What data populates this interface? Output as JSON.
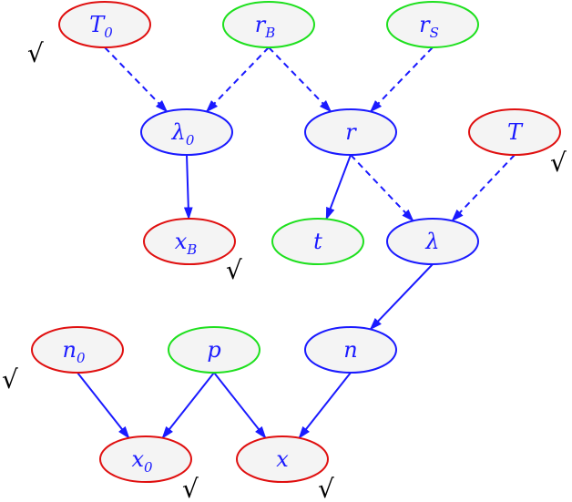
{
  "diagram": {
    "nodes": [
      {
        "id": "T0",
        "label": "T",
        "sub": "0",
        "color": "red"
      },
      {
        "id": "rB",
        "label": "r",
        "sub": "B",
        "color": "green"
      },
      {
        "id": "rS",
        "label": "r",
        "sub": "S",
        "color": "green"
      },
      {
        "id": "lambda0",
        "label": "λ",
        "sub": "0",
        "color": "blue"
      },
      {
        "id": "r",
        "label": "r",
        "sub": "",
        "color": "blue"
      },
      {
        "id": "T",
        "label": "T",
        "sub": "",
        "color": "red"
      },
      {
        "id": "xB",
        "label": "x",
        "sub": "B",
        "color": "red"
      },
      {
        "id": "t",
        "label": "t",
        "sub": "",
        "color": "green"
      },
      {
        "id": "lambda",
        "label": "λ",
        "sub": "",
        "color": "blue"
      },
      {
        "id": "n0",
        "label": "n",
        "sub": "0",
        "color": "red"
      },
      {
        "id": "p",
        "label": "p",
        "sub": "",
        "color": "green"
      },
      {
        "id": "n",
        "label": "n",
        "sub": "",
        "color": "blue"
      },
      {
        "id": "x0",
        "label": "x",
        "sub": "0",
        "color": "red"
      },
      {
        "id": "x",
        "label": "x",
        "sub": "",
        "color": "red"
      }
    ],
    "edges": [
      {
        "from": "T0",
        "to": "lambda0",
        "style": "dashed"
      },
      {
        "from": "rB",
        "to": "lambda0",
        "style": "dashed"
      },
      {
        "from": "rB",
        "to": "r",
        "style": "dashed"
      },
      {
        "from": "rS",
        "to": "r",
        "style": "dashed"
      },
      {
        "from": "lambda0",
        "to": "xB",
        "style": "solid"
      },
      {
        "from": "r",
        "to": "t",
        "style": "solid"
      },
      {
        "from": "r",
        "to": "lambda",
        "style": "dashed"
      },
      {
        "from": "T",
        "to": "lambda",
        "style": "dashed"
      },
      {
        "from": "lambda",
        "to": "n",
        "style": "solid"
      },
      {
        "from": "n0",
        "to": "x0",
        "style": "solid"
      },
      {
        "from": "p",
        "to": "x0",
        "style": "solid"
      },
      {
        "from": "p",
        "to": "x",
        "style": "solid"
      },
      {
        "from": "n",
        "to": "x",
        "style": "solid"
      }
    ],
    "checkmarks": [
      {
        "near": "T0",
        "symbol": "√"
      },
      {
        "near": "T",
        "symbol": "√"
      },
      {
        "near": "xB",
        "symbol": "√"
      },
      {
        "near": "n0",
        "symbol": "√"
      },
      {
        "near": "x0",
        "symbol": "√"
      },
      {
        "near": "x",
        "symbol": "√"
      }
    ],
    "colors": {
      "red": "#e01010",
      "green": "#1ee01e",
      "blue": "#1a1aff",
      "fill": "#f4f4f4"
    }
  }
}
